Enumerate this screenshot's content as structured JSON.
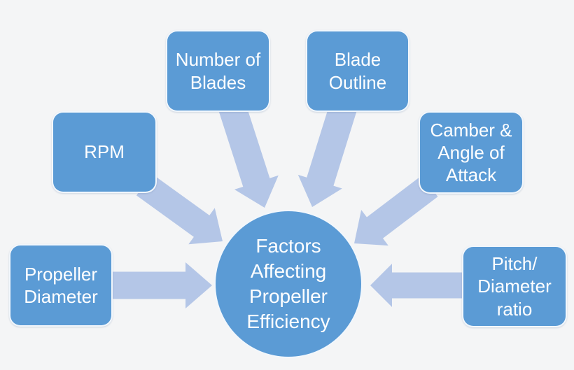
{
  "diagram": {
    "title": "Factors Affecting Propeller Efficiency",
    "center": {
      "id": "factors-center",
      "label": "Factors Affecting Propeller Efficiency",
      "lines": [
        "Factors",
        "Affecting",
        "Propeller",
        "Efficiency"
      ]
    },
    "factors": [
      {
        "id": "propeller-diameter",
        "label": "Propeller Diameter",
        "lines": [
          "Propeller",
          "Diameter"
        ]
      },
      {
        "id": "rpm",
        "label": "RPM",
        "lines": [
          "RPM"
        ]
      },
      {
        "id": "number-of-blades",
        "label": "Number of Blades",
        "lines": [
          "Number of",
          "Blades"
        ]
      },
      {
        "id": "blade-outline",
        "label": "Blade Outline",
        "lines": [
          "Blade",
          "Outline"
        ]
      },
      {
        "id": "camber-angle-of-attack",
        "label": "Camber & Angle of Attack",
        "lines": [
          "Camber &",
          "Angle of",
          "Attack"
        ]
      },
      {
        "id": "pitch-diameter-ratio",
        "label": "Pitch/Diameter ratio",
        "lines": [
          "Pitch/",
          "Diameter",
          "ratio"
        ]
      }
    ],
    "colors": {
      "node_fill": "#5B9BD5",
      "arrow_fill": "#B4C6E7",
      "node_text": "#FFFFFF",
      "background": "#F4F5F6"
    }
  }
}
